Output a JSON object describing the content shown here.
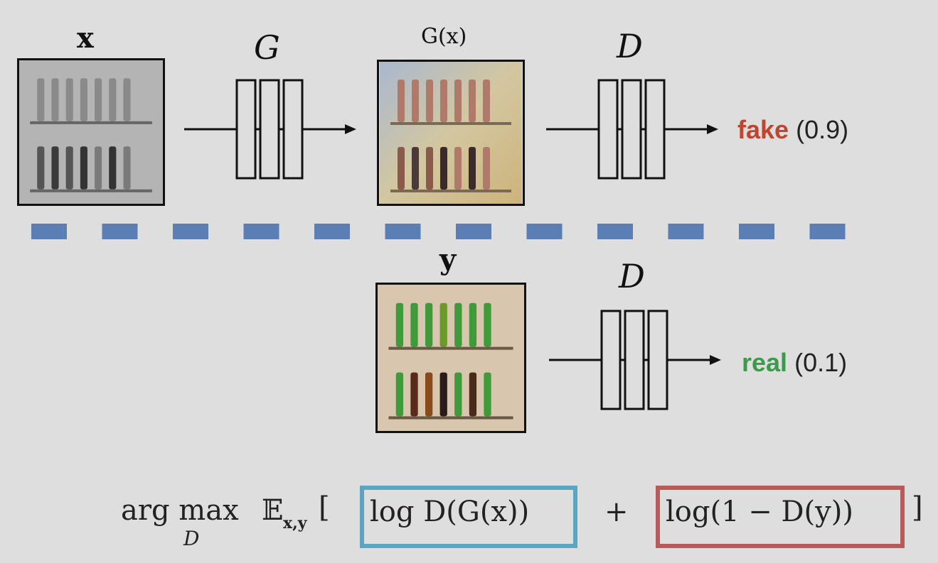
{
  "labels": {
    "x": "x",
    "G": "G",
    "Gx": "G(x)",
    "D_top": "D",
    "y": "y",
    "D_bottom": "D"
  },
  "outputs": {
    "fake": {
      "word": "fake",
      "value": "(0.9)",
      "color": "#c0442f"
    },
    "real": {
      "word": "real",
      "value": "(0.1)",
      "color": "#3c9a4a"
    }
  },
  "formula": {
    "argmax": "arg max",
    "sub": "D",
    "expect": "𝔼",
    "expect_sub": "x,y",
    "open": "[",
    "term1": "log D(G(x))",
    "plus": "+",
    "term2": "log(1 − D(y))",
    "close": "]",
    "term1_color": "#5aa6c0",
    "term2_color": "#b85a5a"
  },
  "colors": {
    "dash": "#5b7fb5",
    "background": "#dedede"
  }
}
